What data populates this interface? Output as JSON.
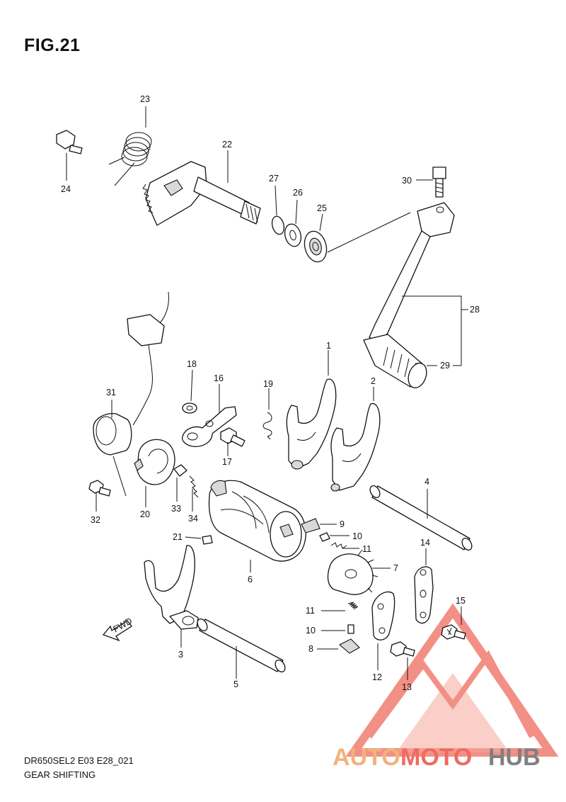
{
  "figure": {
    "title": "FIG.21",
    "model_code": "DR650SEL2 E03 E28_021",
    "section_name": "GEAR SHIFTING"
  },
  "watermark": {
    "part1": "AUTO",
    "part2": "MOTO",
    "part3": "HUB",
    "color_orange": "#f2b27a",
    "color_red": "#ee6b5e",
    "color_gray": "#808080"
  },
  "fwd_arrow": {
    "text": "FWD"
  },
  "callouts": {
    "n1": "1",
    "n2": "2",
    "n3": "3",
    "n4": "4",
    "n5": "5",
    "n6": "6",
    "n7": "7",
    "n8": "8",
    "n9": "9",
    "n10a": "10",
    "n10b": "10",
    "n11a": "11",
    "n11b": "11",
    "n12": "12",
    "n13": "13",
    "n14": "14",
    "n15": "15",
    "n16": "16",
    "n17": "17",
    "n18": "18",
    "n19": "19",
    "n20": "20",
    "n21": "21",
    "n22": "22",
    "n23": "23",
    "n24": "24",
    "n25": "25",
    "n26": "26",
    "n27": "27",
    "n28": "28",
    "n29": "29",
    "n30": "30",
    "n31": "31",
    "n32": "32",
    "n33": "33",
    "n34": "34"
  }
}
